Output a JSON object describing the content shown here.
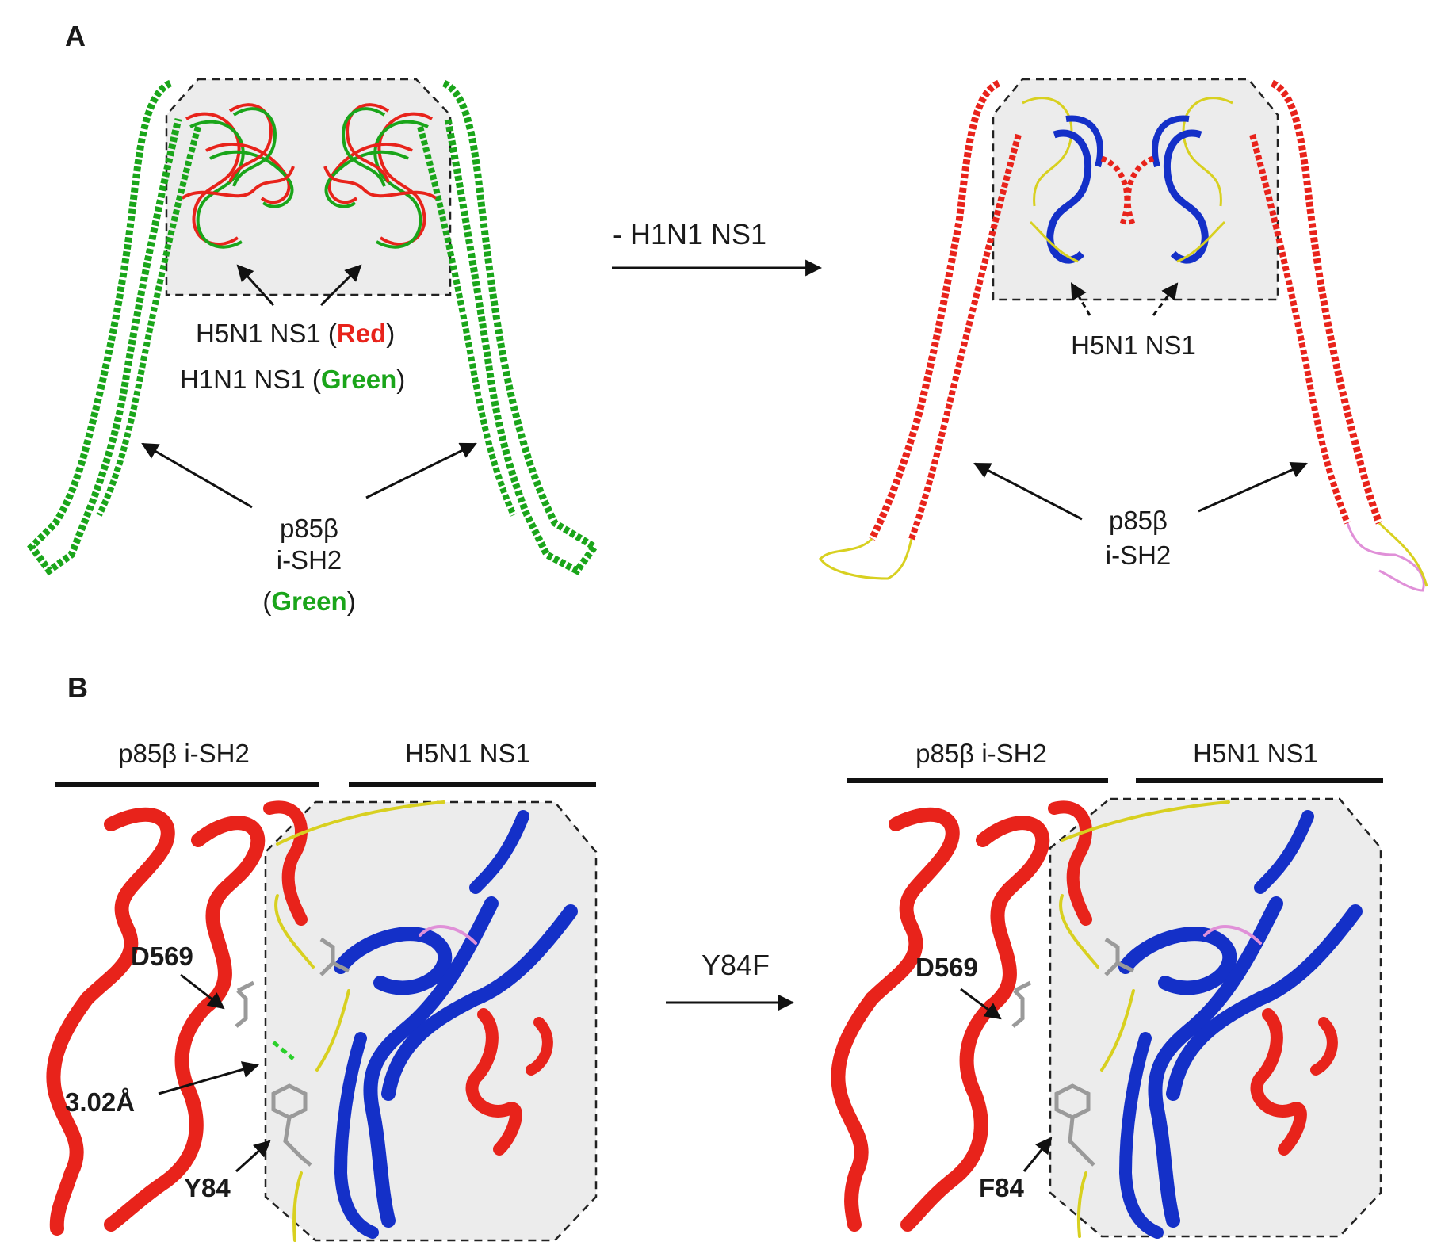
{
  "panel_a": {
    "letter": "A",
    "left": {
      "caption_h5_prefix": "H5N1 NS1 (",
      "caption_h5_color": "Red",
      "caption_h5_suffix": ")",
      "caption_h1_prefix": "H1N1 NS1 (",
      "caption_h1_color": "Green",
      "caption_h1_suffix": ")",
      "p85_line1": "p85β",
      "p85_line2": "i-SH2",
      "p85_line3_prefix": "(",
      "p85_line3_color": "Green",
      "p85_line3_suffix": ")"
    },
    "transition": "- H1N1 NS1",
    "right": {
      "caption": "H5N1 NS1",
      "p85_line1": "p85β",
      "p85_line2": "i-SH2"
    }
  },
  "panel_b": {
    "letter": "B",
    "left": {
      "header_left": "p85β i-SH2",
      "header_right": "H5N1 NS1",
      "residue_d": "D569",
      "distance": "3.02Å",
      "residue_y": "Y84"
    },
    "transition": "Y84F",
    "right": {
      "header_left": "p85β i-SH2",
      "header_right": "H5N1 NS1",
      "residue_d": "D569",
      "residue_f": "F84"
    }
  },
  "colors": {
    "red": "#e8231b",
    "green": "#1aa51a",
    "blue": "#1430c8",
    "yellow": "#d8d020",
    "pink": "#e090d8",
    "box_fill": "#ececec",
    "dash": "#222222"
  }
}
